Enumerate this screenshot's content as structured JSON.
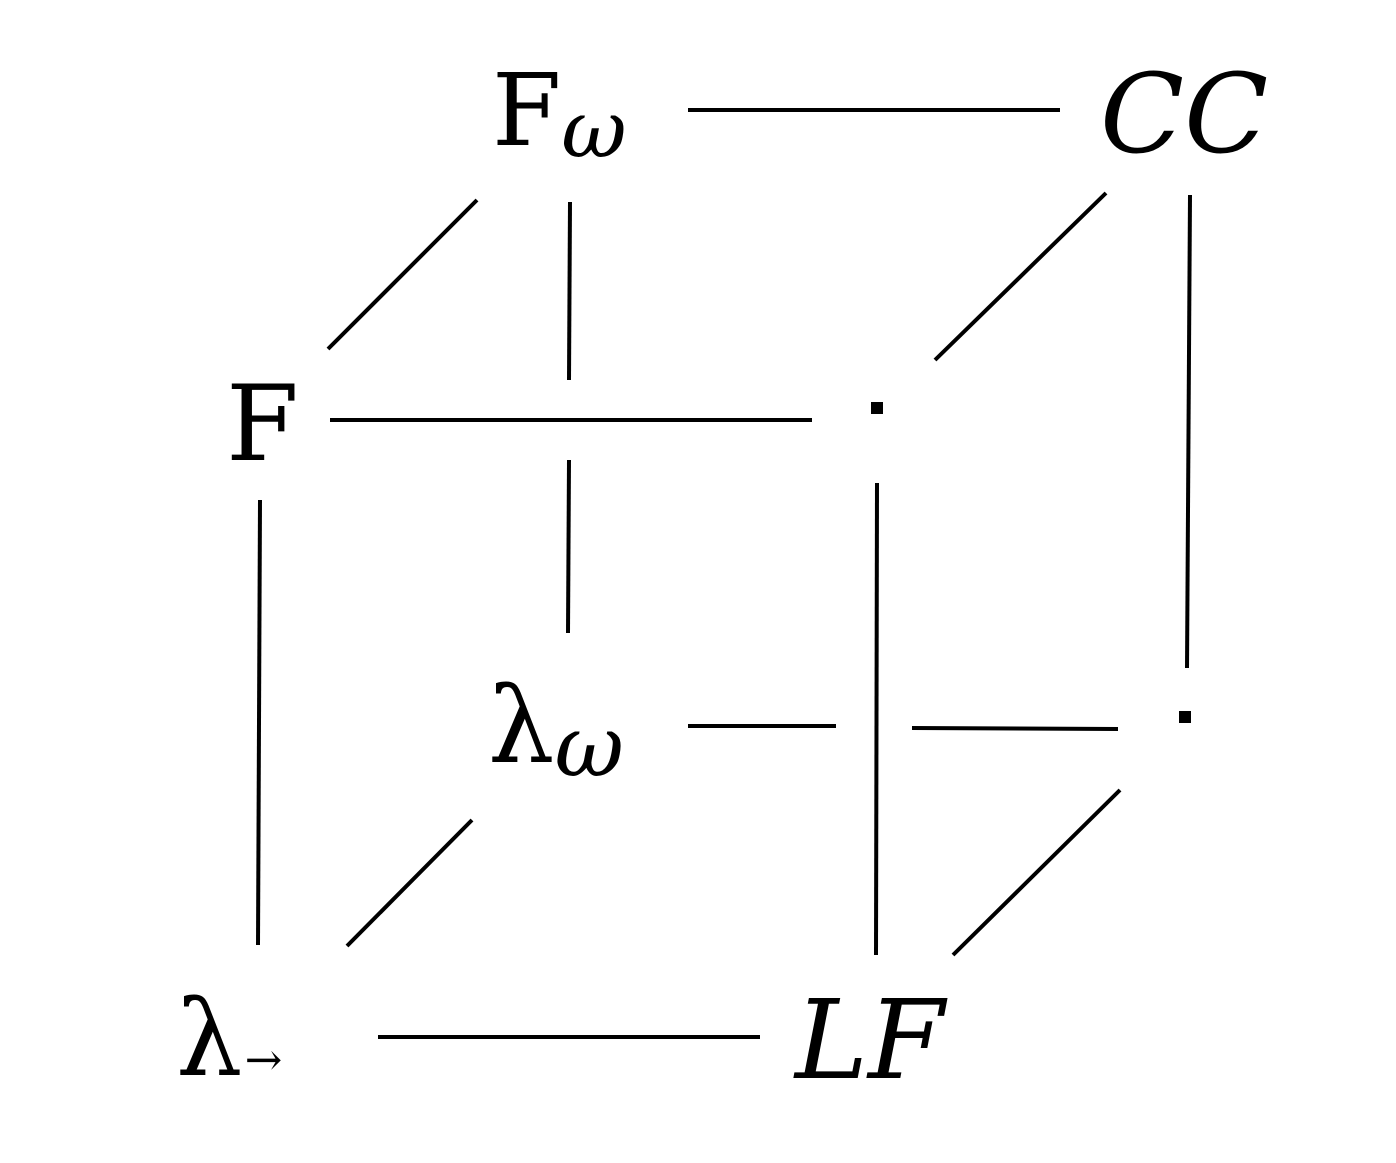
{
  "diagram": {
    "nodes": {
      "f_omega": {
        "base": "F",
        "sub": "ω"
      },
      "cc": {
        "text": "CC"
      },
      "f": {
        "text": "F"
      },
      "unnamed_top": {
        "text": "·"
      },
      "lambda_omega": {
        "base": "λ",
        "sub": "ω"
      },
      "unnamed_right": {
        "text": "·"
      },
      "lambda_arrow": {
        "base": "λ",
        "sub": "→"
      },
      "lf": {
        "text": "LF"
      }
    }
  }
}
